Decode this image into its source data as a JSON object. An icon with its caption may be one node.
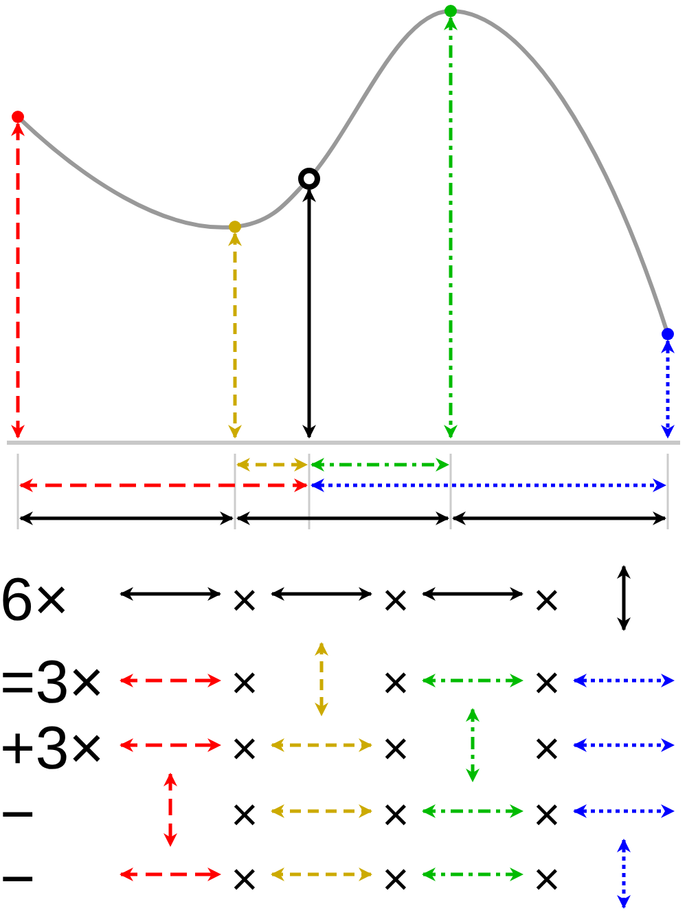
{
  "diagram": {
    "labels": [
      "6×",
      "×",
      "×",
      "×",
      "=3×",
      "×",
      "×",
      "×",
      "+3×",
      "×",
      "×",
      "×",
      "−",
      "×",
      "×",
      "×",
      "−",
      "×",
      "×",
      "×"
    ]
  }
}
